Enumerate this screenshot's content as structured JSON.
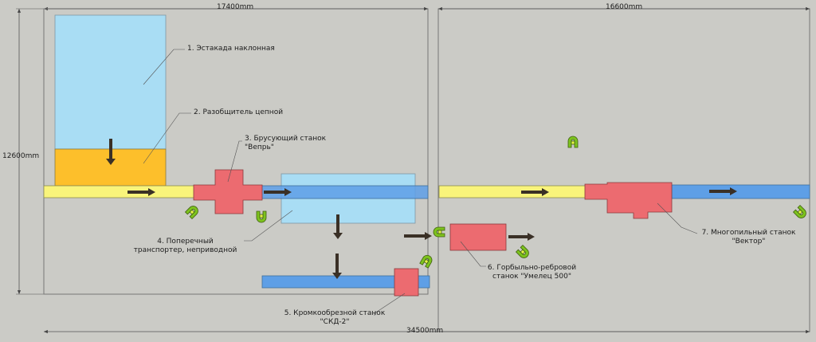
{
  "dimensions": {
    "left_width": "17400mm",
    "right_width": "16600mm",
    "height": "12600mm",
    "total_width": "34500mm"
  },
  "labels": {
    "l1": "1. Эстакада наклонная",
    "l2": "2. Разобщитель цепной",
    "l3_line1": "3. Брусующий станок",
    "l3_line2": "\"Вепрь\"",
    "l4_line1": "4. Поперечный",
    "l4_line2": "транспортер, неприводной",
    "l5_line1": "5. Кромкообрезной станок",
    "l5_line2": "\"СКД-2\"",
    "l6_line1": "6. Горбыльно-ребровой",
    "l6_line2": "станок \"Умелец 500\"",
    "l7_line1": "7. Многопильный станок",
    "l7_line2": "\"Вектор\""
  },
  "colors": {
    "background": "#cbcbc6",
    "trestle": "#a9ddf4",
    "separator": "#fdbf2b",
    "roller_yellow": "#f9f47b",
    "roller_blue": "#5e9fe6",
    "machine_red": "#ec6b70",
    "operator_green": "#7dc21e",
    "arrow": "#3a3026"
  },
  "icons": [
    "operator-icon"
  ]
}
